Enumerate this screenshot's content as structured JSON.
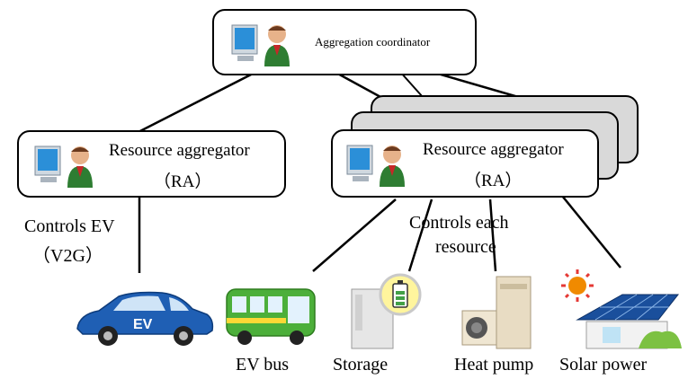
{
  "coordinator": {
    "label": "Aggregation coordinator"
  },
  "aggregators": [
    {
      "line1": "Resource aggregator",
      "line2": "（RA）"
    },
    {
      "line1": "Resource aggregator",
      "line2": "（RA）"
    }
  ],
  "edge_labels": {
    "left_line1": "Controls EV",
    "left_line2": "（V2G）",
    "right_line1": "Controls each",
    "right_line2": "resource"
  },
  "resources": {
    "ev_car_text": "EV",
    "ev_bus": "EV bus",
    "storage": "Storage",
    "heat_pump": "Heat pump",
    "solar_power": "Solar power"
  },
  "colors": {
    "ev_blue": "#1f5fb4",
    "bus_green": "#4caf3a",
    "stack_grey": "#d9d9d9",
    "sun_orange": "#f08a00",
    "panel_blue": "#1a4f9c"
  }
}
